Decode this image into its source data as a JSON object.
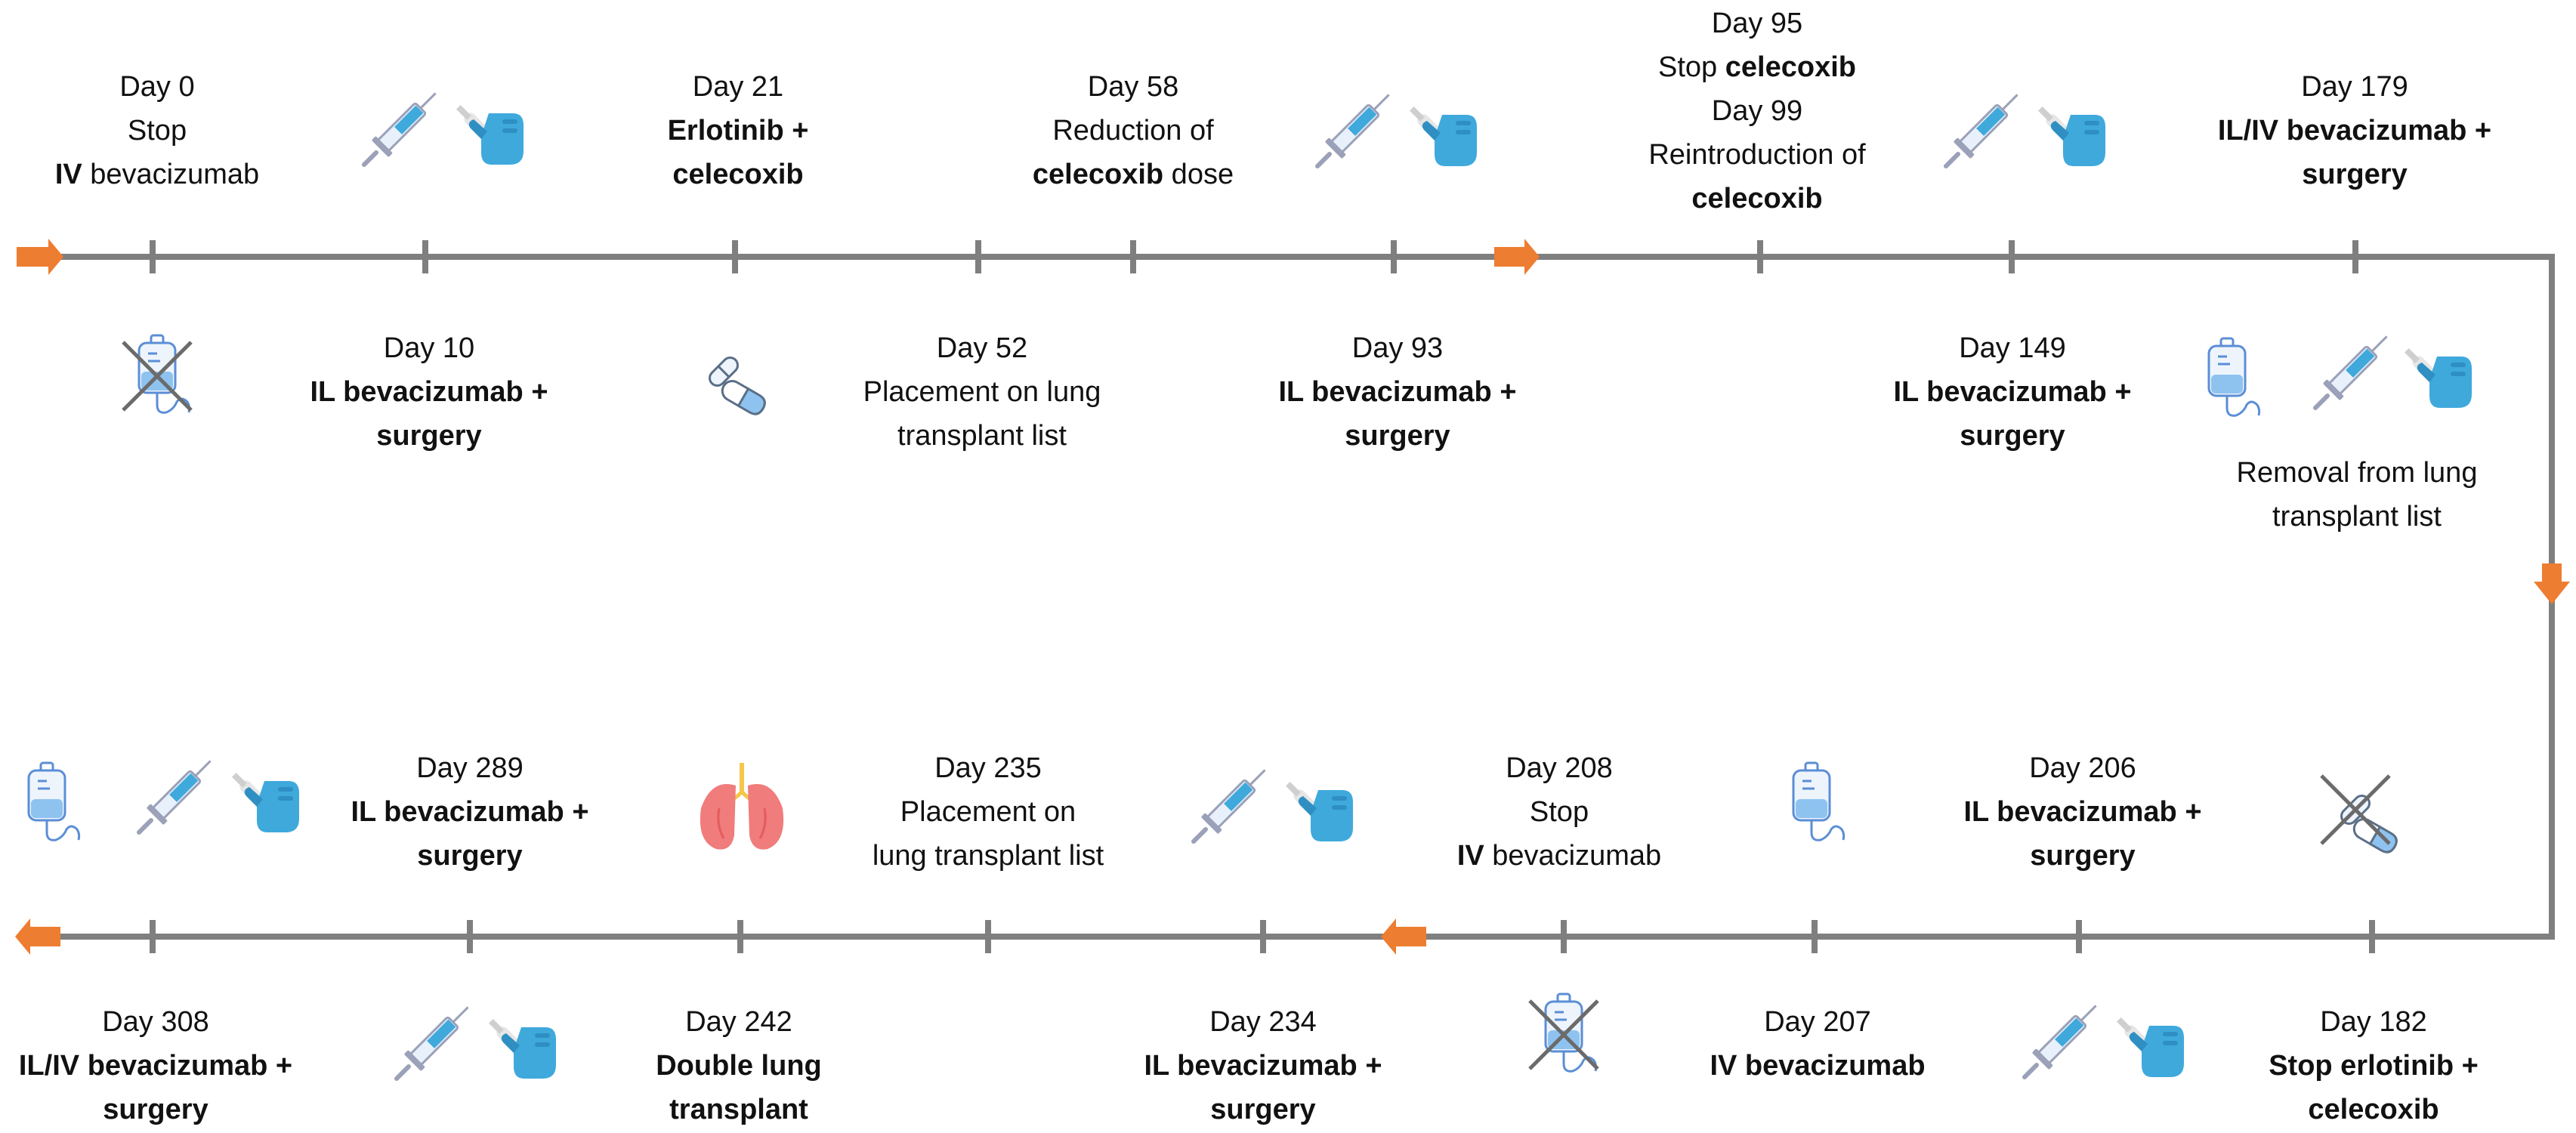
{
  "colors": {
    "line": "#7f7f7f",
    "arrow": "#ed7d31",
    "icon_blue": "#3fa9dc",
    "cross": "#6b6b6b"
  },
  "events": [
    {
      "id": "e0",
      "lines": [
        {
          "t": "Day 0"
        },
        {
          "t": "Stop"
        },
        {
          "b": "IV",
          "t": " bevacizumab"
        }
      ]
    },
    {
      "id": "e10",
      "lines": [
        {
          "t": "Day 10"
        },
        {
          "b": "IL bevacizumab +"
        },
        {
          "b": "surgery"
        }
      ]
    },
    {
      "id": "e21",
      "lines": [
        {
          "t": "Day 21"
        },
        {
          "b": "Erlotinib +"
        },
        {
          "b": "celecoxib"
        }
      ]
    },
    {
      "id": "e52",
      "lines": [
        {
          "t": "Day 52"
        },
        {
          "t": "Placement on lung"
        },
        {
          "t": "transplant list"
        }
      ]
    },
    {
      "id": "e58",
      "lines": [
        {
          "t": "Day 58"
        },
        {
          "t": "Reduction of"
        },
        {
          "b": "celecoxib",
          "t": " dose"
        }
      ]
    },
    {
      "id": "e93",
      "lines": [
        {
          "t": "Day 93"
        },
        {
          "b": "IL bevacizumab +"
        },
        {
          "b": "surgery"
        }
      ]
    },
    {
      "id": "e95",
      "lines": [
        {
          "t": "Day 95"
        },
        {
          "t": "Stop ",
          "b2": "celecoxib"
        },
        {
          "t": "Day 99"
        },
        {
          "t": "Reintroduction of"
        },
        {
          "b": "celecoxib"
        }
      ]
    },
    {
      "id": "e149",
      "lines": [
        {
          "t": "Day 149"
        },
        {
          "b": "IL bevacizumab +"
        },
        {
          "b": "surgery"
        }
      ]
    },
    {
      "id": "e179",
      "lines": [
        {
          "t": "Day 179"
        },
        {
          "b": "IL/IV bevacizumab +"
        },
        {
          "b": "surgery"
        }
      ]
    },
    {
      "id": "e179b",
      "lines": [
        {
          "t": "Removal from lung"
        },
        {
          "t": "transplant list"
        }
      ]
    },
    {
      "id": "e182",
      "lines": [
        {
          "t": "Day 182"
        },
        {
          "b": "Stop erlotinib +"
        },
        {
          "b": "celecoxib"
        }
      ]
    },
    {
      "id": "e206",
      "lines": [
        {
          "t": "Day 206"
        },
        {
          "b": "IL bevacizumab +"
        },
        {
          "b": "surgery"
        }
      ]
    },
    {
      "id": "e207",
      "lines": [
        {
          "t": "Day 207"
        },
        {
          "b": "IV bevacizumab"
        }
      ]
    },
    {
      "id": "e208",
      "lines": [
        {
          "t": "Day 208"
        },
        {
          "t": "Stop"
        },
        {
          "b": "IV",
          "t": " bevacizumab"
        }
      ]
    },
    {
      "id": "e234",
      "lines": [
        {
          "t": "Day 234"
        },
        {
          "b": "IL bevacizumab +"
        },
        {
          "b": "surgery"
        }
      ]
    },
    {
      "id": "e235",
      "lines": [
        {
          "t": "Day 235"
        },
        {
          "t": "Placement on"
        },
        {
          "t": "lung transplant list"
        }
      ]
    },
    {
      "id": "e242",
      "lines": [
        {
          "t": "Day 242"
        },
        {
          "b": "Double lung"
        },
        {
          "b": "transplant"
        }
      ]
    },
    {
      "id": "e289",
      "lines": [
        {
          "t": "Day 289"
        },
        {
          "b": "IL bevacizumab +"
        },
        {
          "b": "surgery"
        }
      ]
    },
    {
      "id": "e308",
      "lines": [
        {
          "t": "Day 308"
        },
        {
          "b": "IL/IV bevacizumab +"
        },
        {
          "b": "surgery"
        }
      ]
    }
  ],
  "icons": [
    {
      "id": "i1",
      "kind": "syringe-scalpel"
    },
    {
      "id": "i2",
      "kind": "syringe-scalpel"
    },
    {
      "id": "i3",
      "kind": "syringe-scalpel"
    },
    {
      "id": "i4",
      "kind": "iv-bag-crossed"
    },
    {
      "id": "i5",
      "kind": "pills"
    },
    {
      "id": "i6",
      "kind": "iv-bag-syringe-scalpel"
    },
    {
      "id": "i7",
      "kind": "iv-bag-syringe-scalpel"
    },
    {
      "id": "i8",
      "kind": "lungs"
    },
    {
      "id": "i9",
      "kind": "syringe-scalpel"
    },
    {
      "id": "i10",
      "kind": "iv-bag"
    },
    {
      "id": "i11",
      "kind": "pills-crossed"
    },
    {
      "id": "i12",
      "kind": "syringe-scalpel"
    },
    {
      "id": "i13",
      "kind": "iv-bag-crossed"
    },
    {
      "id": "i14",
      "kind": "syringe-scalpel"
    }
  ]
}
